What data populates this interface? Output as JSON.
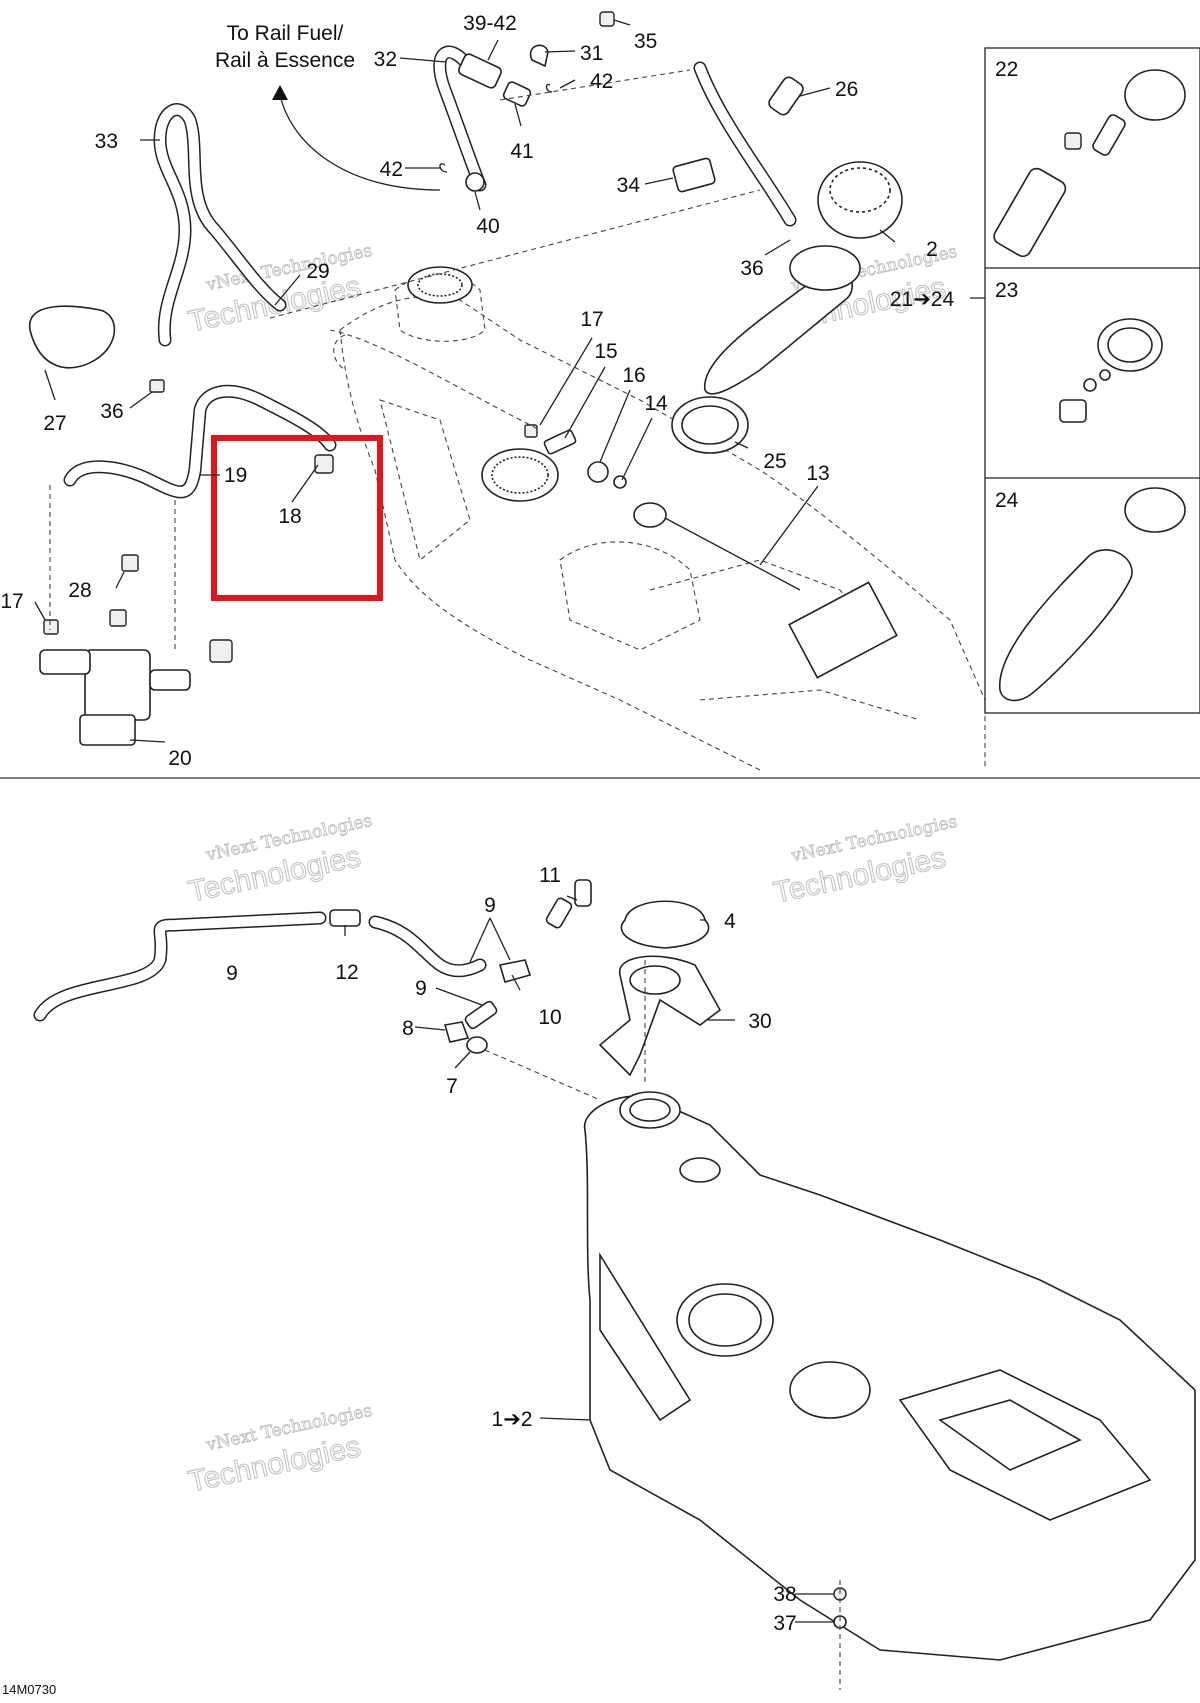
{
  "diagram": {
    "note_line1": "To Rail Fuel/",
    "note_line2": "Rail à Essence",
    "figure_code": "14M0730",
    "watermark_line1": "vNext Technologies",
    "watermark_line2": "Technologies",
    "highlight_color": "#e0171c",
    "callouts_top": [
      "39-42",
      "35",
      "31",
      "32",
      "42",
      "26",
      "33",
      "42",
      "41",
      "34",
      "40",
      "29",
      "36",
      "2",
      "21➔24",
      "27",
      "36",
      "17",
      "15",
      "16",
      "14",
      "25",
      "13",
      "19",
      "18",
      "28",
      "17",
      "20"
    ],
    "inset_labels": [
      "22",
      "23",
      "24"
    ],
    "callouts_bottom": [
      "11",
      "9",
      "4",
      "9",
      "12",
      "9",
      "10",
      "30",
      "8",
      "7",
      "1➔2",
      "38",
      "37"
    ]
  }
}
